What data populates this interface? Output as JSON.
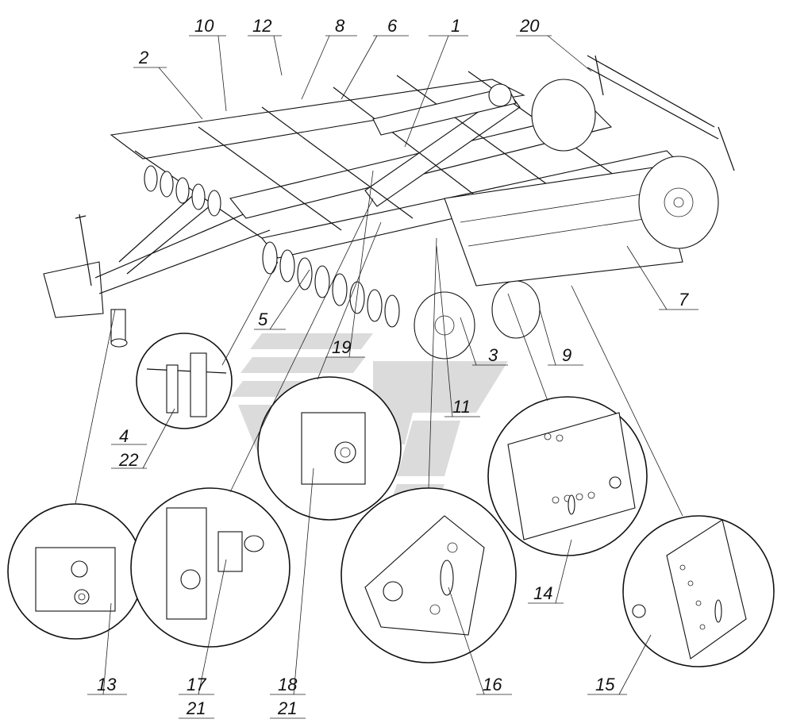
{
  "diagram": {
    "callouts": [
      "1",
      "2",
      "3",
      "4",
      "5",
      "6",
      "7",
      "8",
      "9",
      "10",
      "11",
      "12",
      "13",
      "14",
      "15",
      "16",
      "17",
      "18",
      "19",
      "20",
      "21",
      "22"
    ]
  },
  "labels": {
    "l1": "1",
    "l2": "2",
    "l3": "3",
    "l4": "4",
    "l5": "5",
    "l6": "6",
    "l7": "7",
    "l8": "8",
    "l9": "9",
    "l10": "10",
    "l11": "11",
    "l12": "12",
    "l13": "13",
    "l14": "14",
    "l15": "15",
    "l16": "16",
    "l17": "17",
    "l18": "18",
    "l19": "19",
    "l20": "20",
    "l21a": "21",
    "l21b": "21",
    "l22": "22"
  }
}
